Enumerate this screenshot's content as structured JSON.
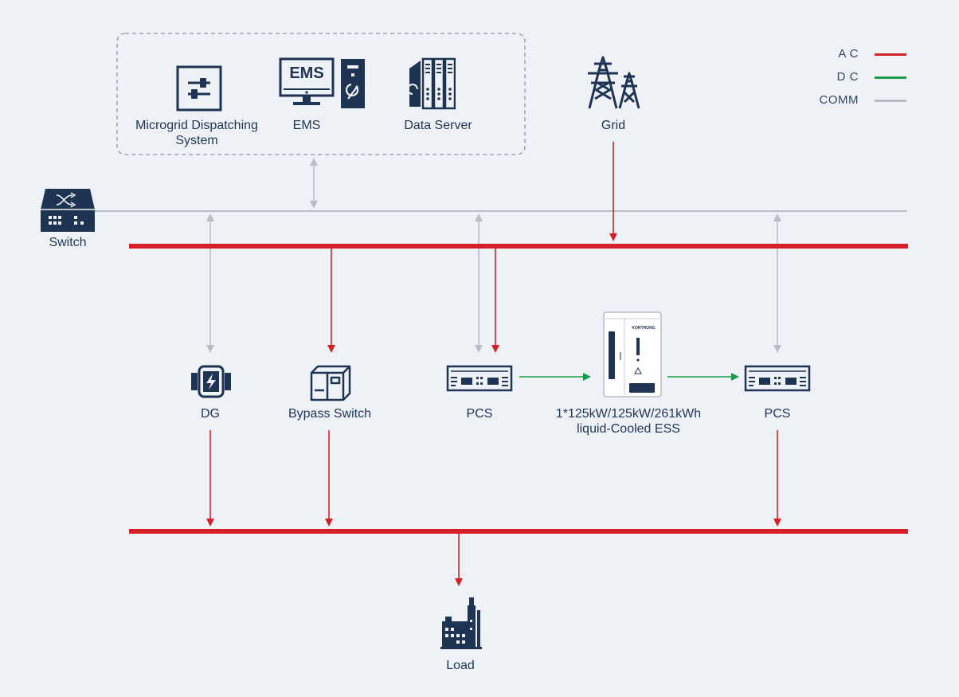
{
  "legend": [
    {
      "label": "A C",
      "color": "#d61f26"
    },
    {
      "label": "D C",
      "color": "#1f9a4a"
    },
    {
      "label": "COMM",
      "color": "#b9bec6"
    }
  ],
  "nodes": {
    "microgrid_dispatching": {
      "label_line1": "Microgrid Dispatching",
      "label_line2": "System"
    },
    "ems": {
      "label": "EMS",
      "screen_text": "EMS"
    },
    "data_server": {
      "label": "Data Server"
    },
    "grid": {
      "label": "Grid"
    },
    "switch": {
      "label": "Switch"
    },
    "dg": {
      "label": "DG"
    },
    "bypass_switch": {
      "label": "Bypass Switch"
    },
    "pcs_left": {
      "label": "PCS"
    },
    "ess": {
      "label_line1": "1*125kW/125kW/261kWh",
      "label_line2": "liquid-Cooled ESS",
      "brand": "KORTRONG"
    },
    "pcs_right": {
      "label": "PCS"
    },
    "load": {
      "label": "Load"
    }
  },
  "colors": {
    "ac": "#d61f26",
    "dc": "#1f9a4a",
    "comm": "#b9bec6",
    "icon": "#1f3352",
    "background": "#eef2f7"
  }
}
